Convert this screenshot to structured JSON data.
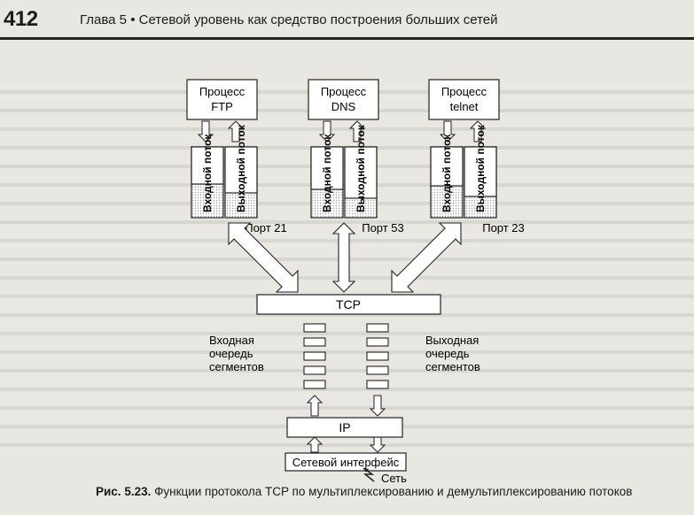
{
  "header": {
    "page_number": "412",
    "running_head": "Глава 5 • Сетевой уровень как средство построения больших сетей"
  },
  "diagram": {
    "processes": [
      {
        "line1": "Процесс",
        "line2": "FTP",
        "in_label": "Входной поток",
        "out_label": "Выходной поток",
        "port": "Порт 21"
      },
      {
        "line1": "Процесс",
        "line2": "DNS",
        "in_label": "Входной поток",
        "out_label": "Выходной поток",
        "port": "Порт 53"
      },
      {
        "line1": "Процесс",
        "line2": "telnet",
        "in_label": "Входной поток",
        "out_label": "Выходной поток",
        "port": "Порт 23"
      }
    ],
    "tcp": "TCP",
    "in_queue": [
      "Входная",
      "очередь",
      "сегментов"
    ],
    "out_queue": [
      "Выходная",
      "очередь",
      "сегментов"
    ],
    "ip": "IP",
    "net_iface": "Сетевой интерфейс",
    "network": "Сеть"
  },
  "caption": {
    "fig": "Рис. 5.23.",
    "text": "Функции протокола TCP по мультиплексированию и демультиплексированию потоков"
  }
}
